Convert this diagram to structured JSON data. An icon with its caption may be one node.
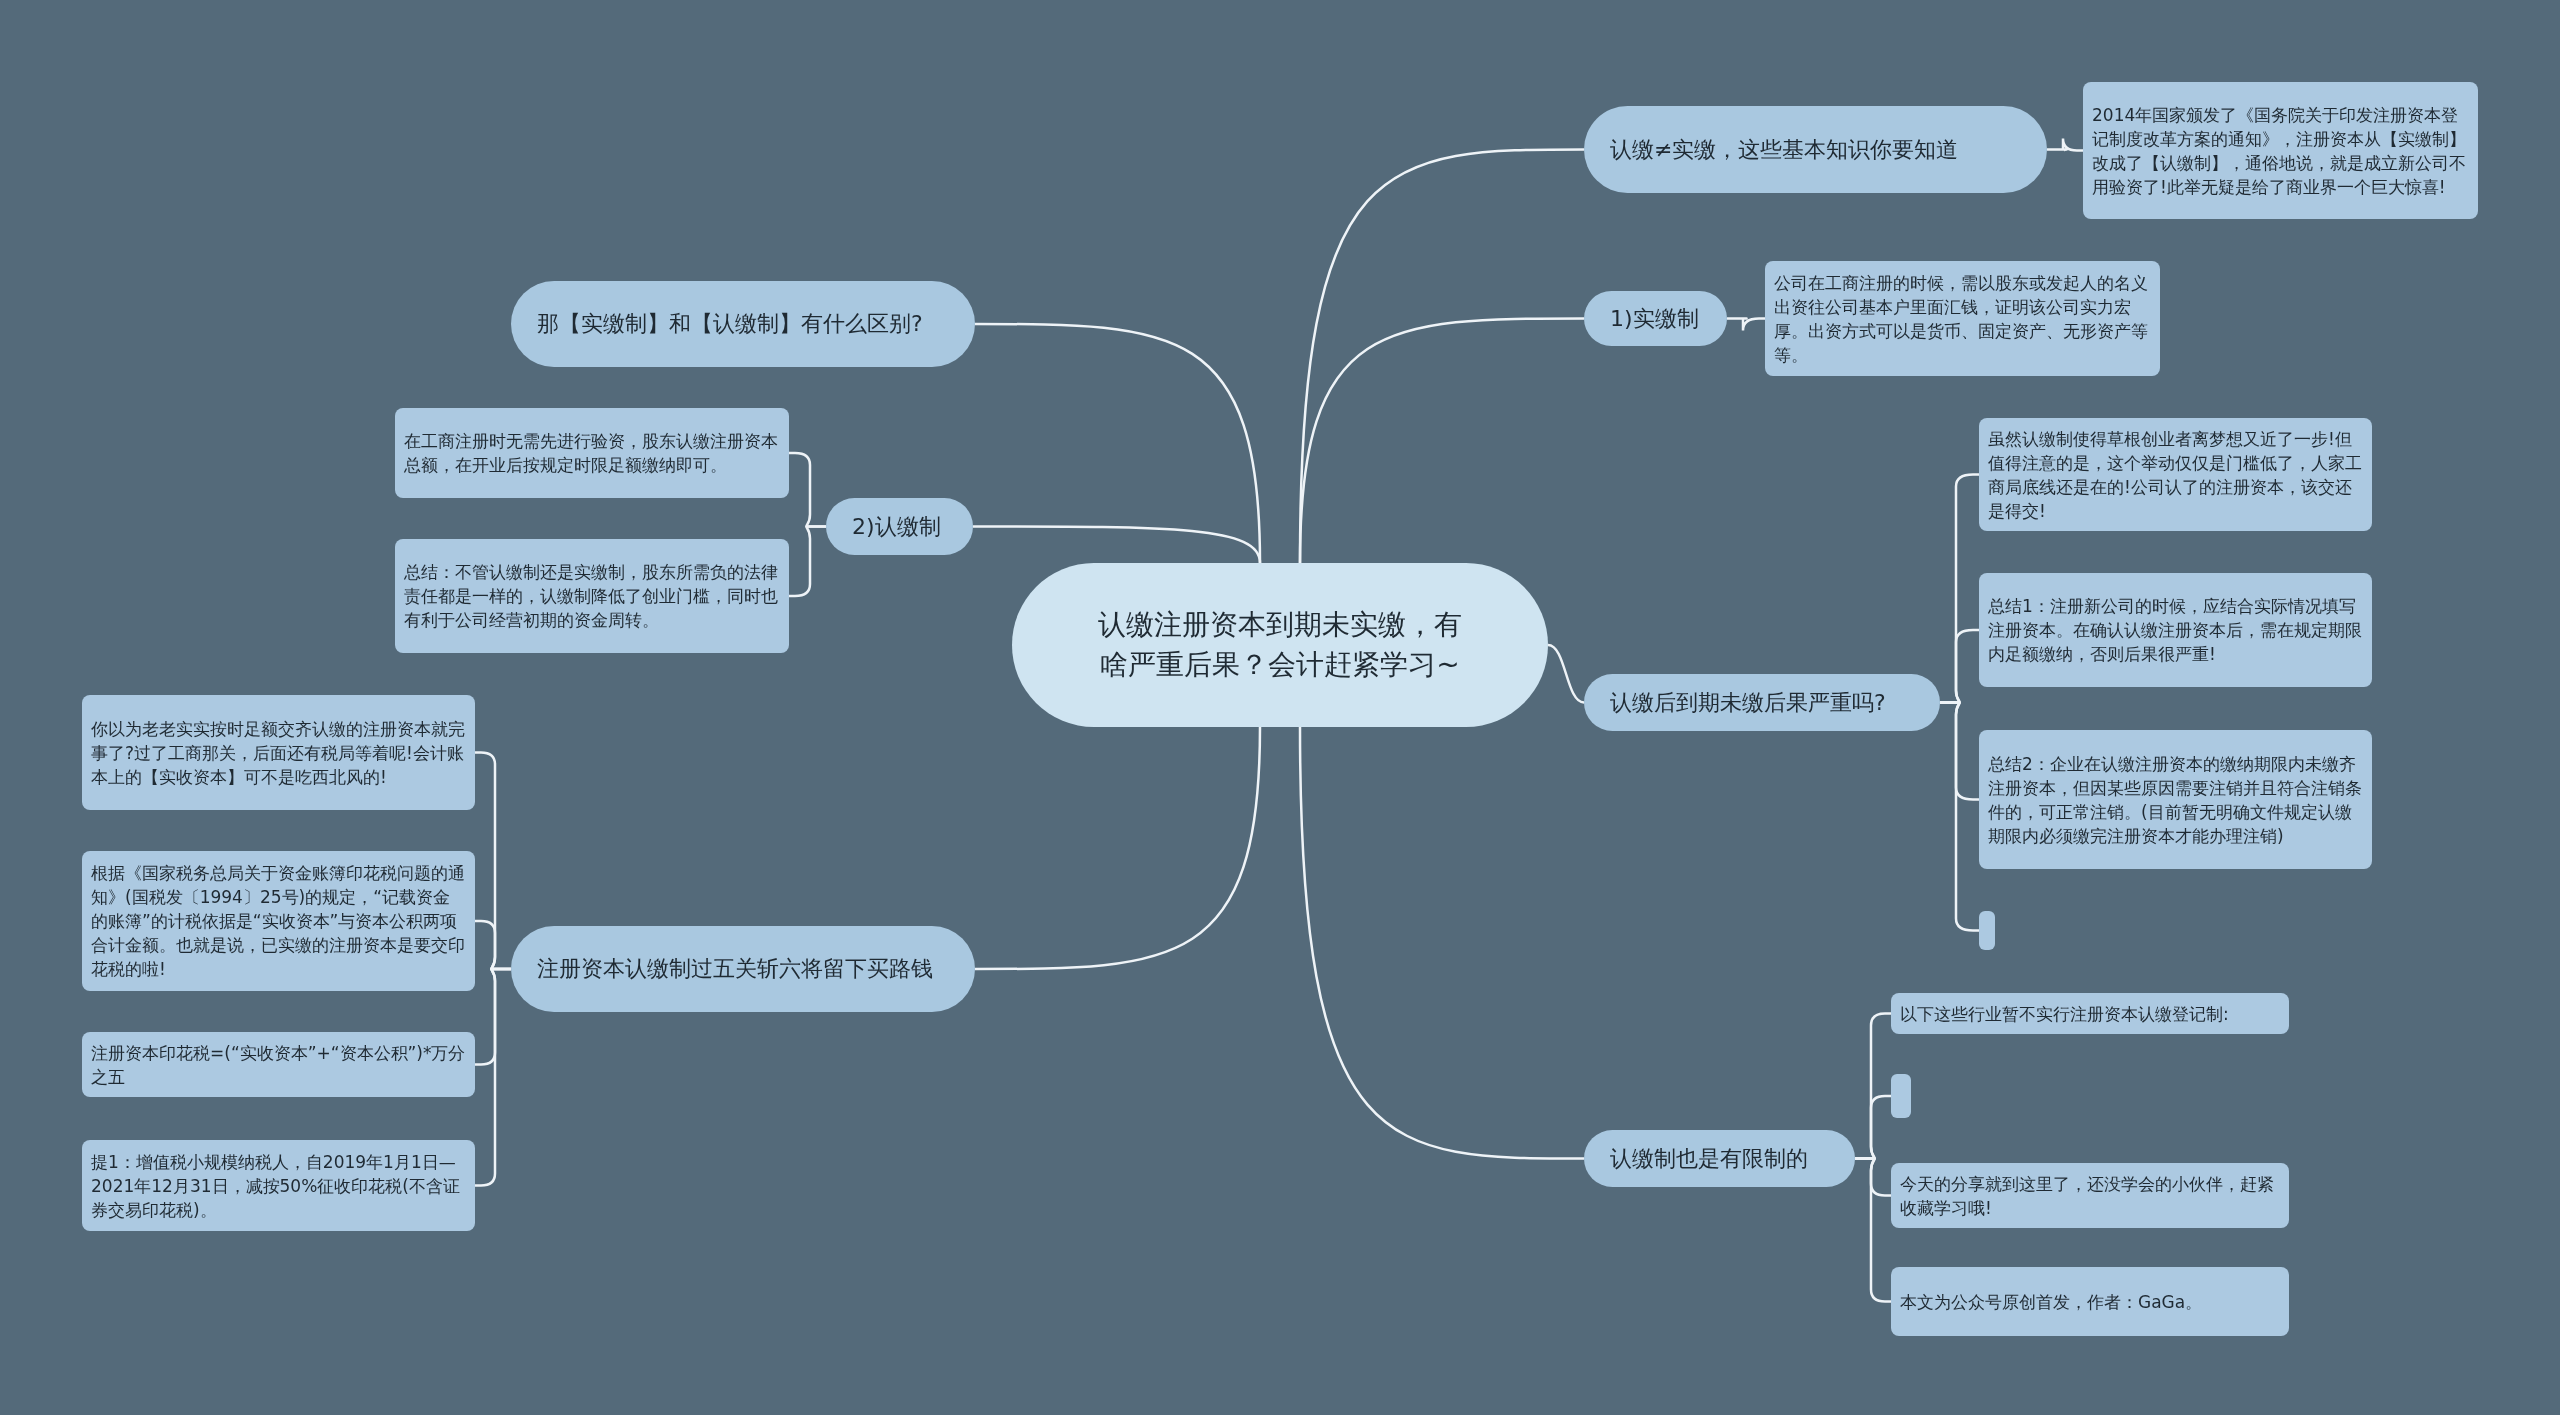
{
  "diagram": {
    "nodes": [
      {
        "text": [
          "认缴注册资本到期未实缴，有啥严重后果？会计赶紧学习~"
        ]
      },
      {
        "text": [
          "认缴≠实缴，这些基本知识你要知道"
        ]
      },
      {
        "text": [
          "2014年国家颁发了《国务院关于印发注册资本登记制度改革方案的通知》，注册资本从【实缴制】改成了【认缴制】，通俗地说，就是成立新公司不用验资了!此举无疑是给了商业界一个巨大惊喜!"
        ]
      },
      {
        "text": [
          "1)实缴制"
        ]
      },
      {
        "text": [
          "公司在工商注册的时候，需以股东或发起人的名义出资往公司基本户里面汇钱，证明该公司实力宏厚。出资方式可以是货币、固定资产、无形资产等等。"
        ]
      },
      {
        "text": [
          "认缴后到期未缴后果严重吗?"
        ]
      },
      {
        "text": [
          "虽然认缴制使得草根创业者离梦想又近了一步!但值得注意的是，这个举动仅仅是门槛低了，人家工商局底线还是在的!公司认了的注册资本，该交还是得交!"
        ]
      },
      {
        "text": [
          "总结1：注册新公司的时候，应结合实际情况填写注册资本。在确认认缴注册资本后，需在规定期限内足额缴纳，否则后果很严重!"
        ]
      },
      {
        "text": [
          "总结2：企业在认缴注册资本的缴纳期限内未缴齐注册资本，但因某些原因需要注销并且符合注销条件的，可正常注销。(目前暂无明确文件规定认缴期限内必须缴完注册资本才能办理注销)"
        ]
      },
      {
        "text": [],
        "shape": "box"
      },
      {
        "text": [
          "认缴制也是有限制的"
        ]
      },
      {
        "text": [
          "以下这些行业暂不实行注册资本认缴登记制:"
        ]
      },
      {
        "text": [],
        "shape": "box"
      },
      {
        "text": [
          "今天的分享就到这里了，还没学会的小伙伴，赶紧收藏学习哦!"
        ]
      },
      {
        "text": [
          "本文为公众号原创首发，作者：GaGa。"
        ]
      },
      {
        "text": [
          "那【实缴制】和【认缴制】有什么区别?"
        ]
      },
      {
        "text": [
          "2)认缴制"
        ]
      },
      {
        "text": [
          "在工商注册时无需先进行验资，股东认缴注册资本总额，在开业后按规定时限足额缴纳即可。"
        ]
      },
      {
        "text": [
          "总结：不管认缴制还是实缴制，股东所需负的法律责任都是一样的，认缴制降低了创业门槛，同时也有利于公司经营初期的资金周转。"
        ]
      },
      {
        "text": [
          "注册资本认缴制过五关斩六将留下买路钱"
        ]
      },
      {
        "text": [
          "你以为老老实实按时足额交齐认缴的注册资本就完事了?过了工商那关，后面还有税局等着呢!会计账本上的【实收资本】可不是吃西北风的!"
        ]
      },
      {
        "text": [
          "根据《国家税务总局关于资金账簿印花税问题的通知》(国税发〔1994〕25号)的规定，“记载资金的账簿”的计税依据是“实收资本”与资本公积两项合计金额。也就是说，已实缴的注册资本是要交印花税的啦!"
        ]
      },
      {
        "text": [
          "注册资本印花税=(“实收资本”+“资本公积”)*万分之五"
        ]
      },
      {
        "text": [
          "提1：增值税小规模纳税人，自2019年1月1日—2021年12月31日，减按50%征收印花税(不含证券交易印花税)。"
        ]
      }
    ],
    "edges": [
      {
        "from": 0,
        "to": 1,
        "arrow": "none"
      },
      {
        "from": 1,
        "to": 2,
        "arrow": "none"
      },
      {
        "from": 0,
        "to": 3,
        "arrow": "none"
      },
      {
        "from": 3,
        "to": 4,
        "arrow": "none"
      },
      {
        "from": 0,
        "to": 5,
        "arrow": "none"
      },
      {
        "from": 5,
        "to": 6,
        "arrow": "none"
      },
      {
        "from": 5,
        "to": 7,
        "arrow": "none"
      },
      {
        "from": 5,
        "to": 8,
        "arrow": "none"
      },
      {
        "from": 5,
        "to": 9,
        "arrow": "none"
      },
      {
        "from": 0,
        "to": 10,
        "arrow": "none"
      },
      {
        "from": 10,
        "to": 11,
        "arrow": "none"
      },
      {
        "from": 10,
        "to": 12,
        "arrow": "none"
      },
      {
        "from": 10,
        "to": 13,
        "arrow": "none"
      },
      {
        "from": 10,
        "to": 14,
        "arrow": "none"
      },
      {
        "from": 0,
        "to": 15,
        "arrow": "none"
      },
      {
        "from": 0,
        "to": 16,
        "arrow": "none"
      },
      {
        "from": 16,
        "to": 17,
        "arrow": "none"
      },
      {
        "from": 16,
        "to": 18,
        "arrow": "none"
      },
      {
        "from": 0,
        "to": 19,
        "arrow": "none"
      },
      {
        "from": 19,
        "to": 20,
        "arrow": "none"
      },
      {
        "from": 19,
        "to": 21,
        "arrow": "none"
      },
      {
        "from": 19,
        "to": 22,
        "arrow": "none"
      },
      {
        "from": 19,
        "to": 23,
        "arrow": "none"
      }
    ]
  }
}
